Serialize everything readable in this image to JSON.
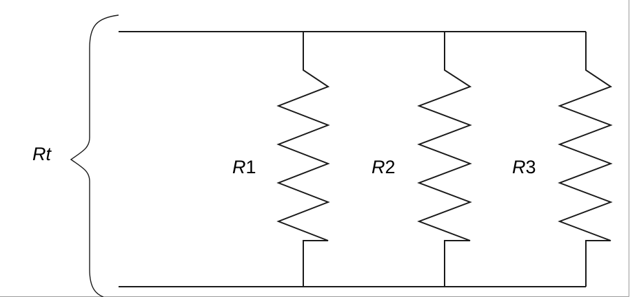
{
  "labels": {
    "total": {
      "main": "R",
      "sub": "t"
    },
    "r1": {
      "main": "R",
      "sub": "1"
    },
    "r2": {
      "main": "R",
      "sub": "2"
    },
    "r3": {
      "main": "R",
      "sub": "3"
    }
  },
  "colors": {
    "wire": "#1a1a1a",
    "background": "#ffffff",
    "frame": "#9a9a9a"
  }
}
